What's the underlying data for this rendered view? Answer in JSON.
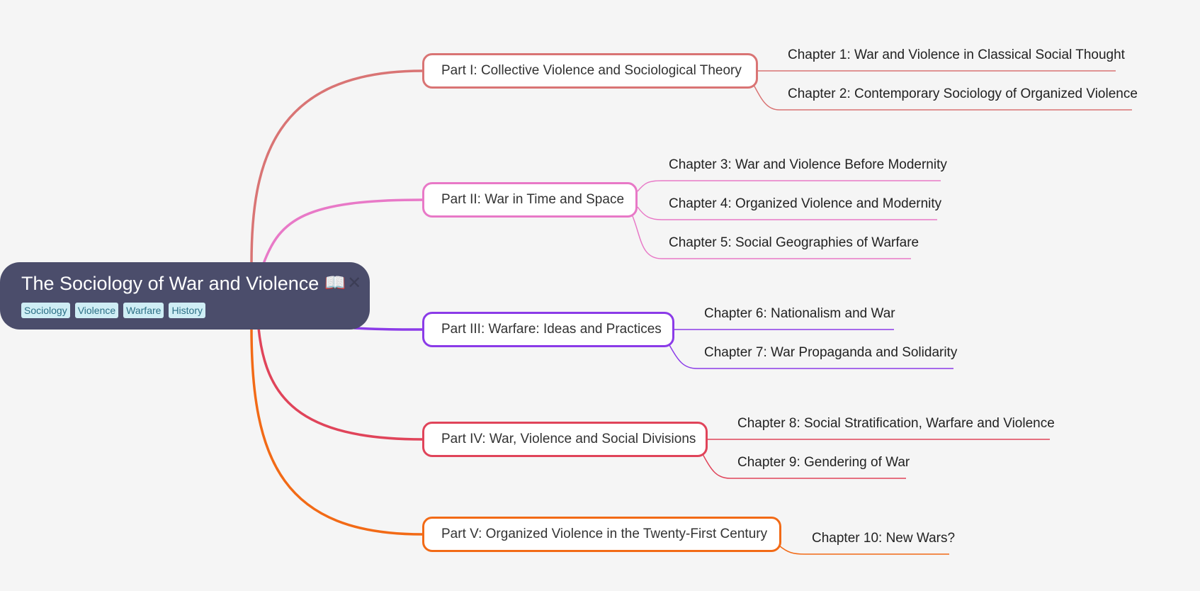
{
  "root": {
    "title": "The Sociology of War and Violence",
    "icon": "📖",
    "close": "✕",
    "tags": [
      "Sociology",
      "Violence",
      "Warfare",
      "History"
    ]
  },
  "parts": [
    {
      "label": "Part I: Collective Violence and Sociological Theory",
      "color": "#d97474",
      "chapters": [
        "Chapter 1: War and Violence in Classical Social Thought",
        "Chapter 2: Contemporary Sociology of Organized Violence"
      ]
    },
    {
      "label": "Part II: War in Time and Space",
      "color": "#e879c7",
      "chapters": [
        "Chapter 3: War and Violence Before Modernity",
        "Chapter 4: Organized Violence and Modernity",
        "Chapter 5: Social Geographies of Warfare"
      ]
    },
    {
      "label": "Part III: Warfare: Ideas and Practices",
      "color": "#8b3be8",
      "chapters": [
        "Chapter 6: Nationalism and War",
        "Chapter 7: War Propaganda and Solidarity"
      ]
    },
    {
      "label": "Part IV: War, Violence and Social Divisions",
      "color": "#e0445a",
      "chapters": [
        "Chapter 8: Social Stratification, Warfare and Violence",
        "Chapter 9: Gendering of War"
      ]
    },
    {
      "label": "Part V: Organized Violence in the Twenty-First Century",
      "color": "#f26a16",
      "chapters": [
        "Chapter 10: New Wars?"
      ]
    }
  ]
}
